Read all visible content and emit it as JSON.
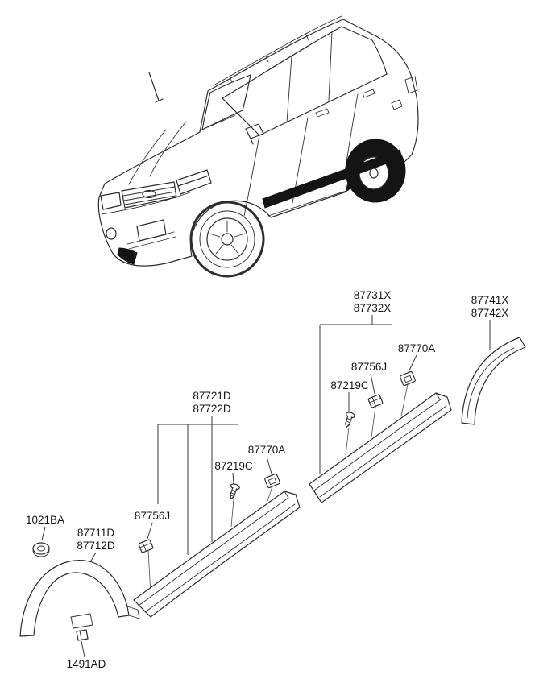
{
  "diagram": {
    "colors": {
      "line": "#2d2d2d",
      "highlighted_part": "#141414",
      "background": "#ffffff",
      "border": "#cfcfcf"
    },
    "labels": {
      "rear_door_1": "87731X",
      "rear_door_2": "87732X",
      "quarter_1": "87741X",
      "quarter_2": "87742X",
      "retainer_clip_rear": "87770A",
      "clip_rear": "87756J",
      "screw_rear": "87219C",
      "front_door_1": "87721D",
      "front_door_2": "87722D",
      "retainer_clip_front": "87770A",
      "screw_front": "87219C",
      "clip_front": "87756J",
      "nut": "1021BA",
      "fender_1": "87711D",
      "fender_2": "87712D",
      "fender_clip": "1491AD"
    }
  }
}
